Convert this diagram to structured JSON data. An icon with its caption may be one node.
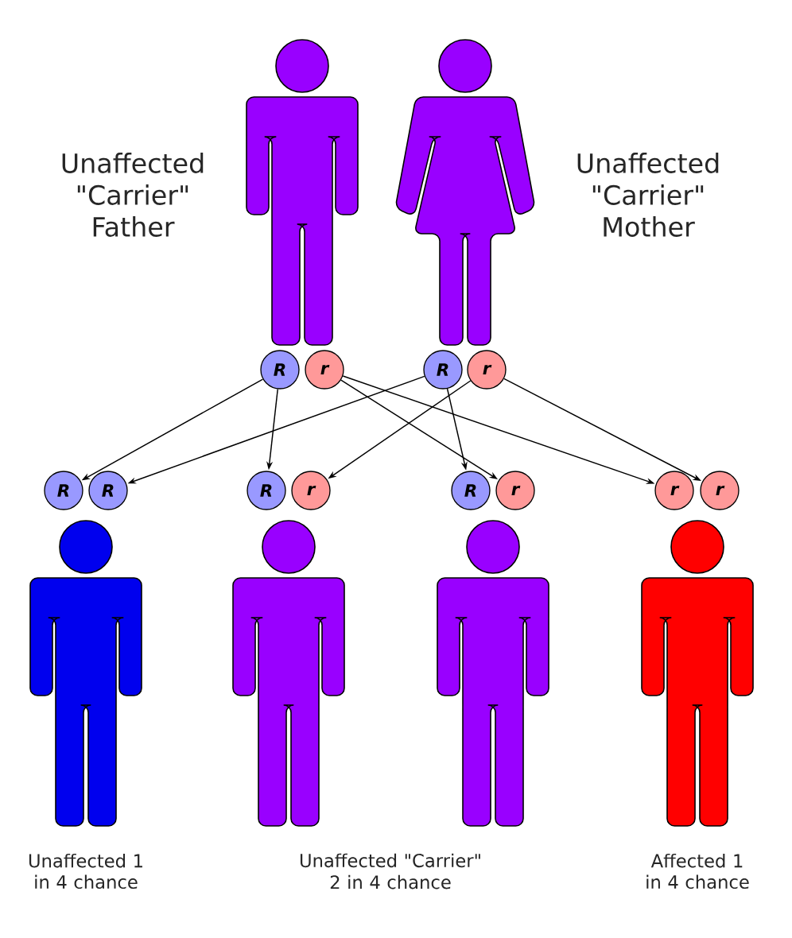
{
  "diagram": {
    "nodes": [
      {
        "text": [],
        "shape": "person",
        "beside": [
          "Unaffected \"Carrier\" Father"
        ]
      },
      {
        "text": [],
        "shape": "person",
        "beside": [
          "Unaffected \"Carrier\" Mother"
        ]
      },
      {
        "text": [
          "R"
        ]
      },
      {
        "text": [
          "r"
        ]
      },
      {
        "text": [
          "R"
        ]
      },
      {
        "text": [
          "r"
        ]
      },
      {
        "text": [
          "R"
        ]
      },
      {
        "text": [
          "R"
        ]
      },
      {
        "text": [
          "R"
        ]
      },
      {
        "text": [
          "r"
        ]
      },
      {
        "text": [
          "R"
        ]
      },
      {
        "text": [
          "r"
        ]
      },
      {
        "text": [
          "r"
        ]
      },
      {
        "text": [
          "r"
        ]
      },
      {
        "text": [],
        "shape": "person",
        "beside": [
          "Unaffected 1 in 4 chance"
        ]
      },
      {
        "text": [],
        "shape": "person"
      },
      {
        "text": [],
        "shape": "person"
      },
      {
        "text": [],
        "shape": "person",
        "beside": [
          "Affected 1 in 4 chance"
        ]
      }
    ],
    "edges": [
      {
        "from": 2,
        "to": 6,
        "arrow": "to"
      },
      {
        "from": 2,
        "to": 8,
        "arrow": "to"
      },
      {
        "from": 3,
        "to": 11,
        "arrow": "to"
      },
      {
        "from": 3,
        "to": 12,
        "arrow": "to"
      },
      {
        "from": 4,
        "to": 7,
        "arrow": "to"
      },
      {
        "from": 4,
        "to": 10,
        "arrow": "to"
      },
      {
        "from": 5,
        "to": 9,
        "arrow": "to"
      },
      {
        "from": 5,
        "to": 13,
        "arrow": "to"
      }
    ],
    "labels": [
      "Unaffected \"Carrier\" 2 in 4 chance"
    ]
  }
}
